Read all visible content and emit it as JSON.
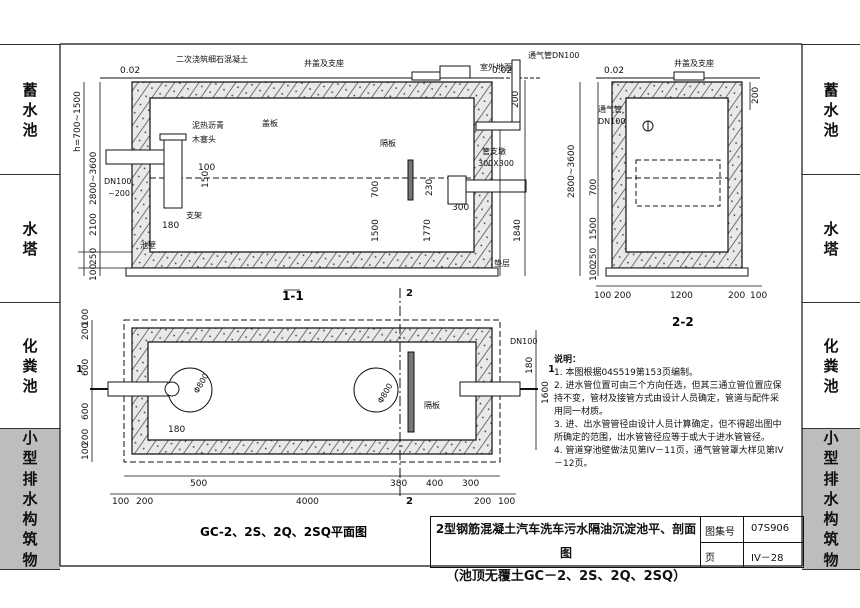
{
  "left_sidebar": [
    "蓄水池",
    "水塔",
    "化粪池",
    "小型排水构筑物"
  ],
  "right_sidebar": [
    "蓄水池",
    "水塔",
    "化粪池",
    "小型排水构筑物"
  ],
  "section_11": {
    "label": "1-1",
    "callouts": [
      "二次浇筑细石混凝土",
      "井盖及支座",
      "通气管DN100",
      "室外地面",
      "盖板",
      "泥热沥青",
      "木塞头",
      "隔板",
      "管支墩",
      "300X300",
      "DN100",
      "~200",
      "支架",
      "池壁",
      "垫层"
    ],
    "dims": [
      "0.02",
      "0.02",
      "h=700~1500",
      "2800~3600",
      "2100",
      "100",
      "250",
      "100",
      "150",
      "700",
      "230",
      "300",
      "1500",
      "1770",
      "1840",
      "180",
      "200"
    ]
  },
  "section_22": {
    "label": "2-2",
    "callouts": [
      "井盖及支座",
      "通气管",
      "DN100"
    ],
    "dims": [
      "0.02",
      "200",
      "2800~3600",
      "1500",
      "700",
      "100",
      "250",
      "100",
      "200",
      "1200",
      "200",
      "100"
    ]
  },
  "plan": {
    "title": "GC-2、2S、2Q、2SQ平面图",
    "section_markers": [
      "1",
      "1",
      "2",
      "2"
    ],
    "callouts": [
      "DN100",
      "隔板",
      "Φ800",
      "Φ800"
    ],
    "dims_left": [
      "200",
      "100",
      "600",
      "600",
      "200",
      "100"
    ],
    "dims_right": [
      "1600",
      "180"
    ],
    "dims_bottom_1": [
      "500",
      "380",
      "400",
      "300"
    ],
    "dims_bottom_2": [
      "100",
      "200",
      "4000",
      "200",
      "100"
    ],
    "dim_180": "180"
  },
  "notes": {
    "heading": "说明：",
    "items": [
      "1. 本图根据04S519第153页编制。",
      "2. 进水管位置可由三个方向任选，但其三通立管位置应保持不变，管材及接管方式由设计人员确定，管道与配件采用同一材质。",
      "3. 进、出水管管径由设计人员计算确定，但不得超出图中所确定的范围，出水管管径应等于或大于进水管管径。",
      "4. 管道穿池壁做法见第IV－11页，通气管管罩大样见第IV－12页。"
    ]
  },
  "title_block": {
    "line1": "2型钢筋混凝土汽车洗车污水隔油沉淀池平、剖面图",
    "line2": "（池顶无覆土GC－2、2S、2Q、2SQ）",
    "atlas_label": "图集号",
    "atlas_no": "07S906",
    "page_label": "页",
    "page_no": "IV－28"
  }
}
